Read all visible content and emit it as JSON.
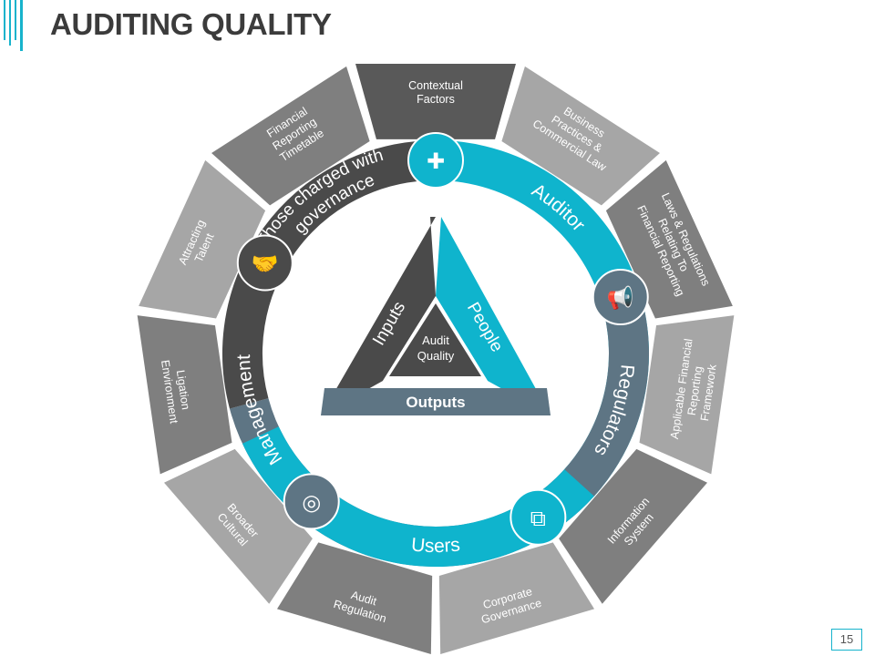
{
  "title": "AUDITING QUALITY",
  "page_number": "15",
  "colors": {
    "outer_dark": "#595959",
    "outer_mid": "#7f7f7f",
    "outer_light": "#a6a6a6",
    "cyan": "#0fb4cd",
    "slate": "#5e7584",
    "charcoal": "#4a4a4a",
    "accent_border": "#17b3cc"
  },
  "outer_segments": [
    {
      "label": [
        "Contextual",
        "Factors"
      ],
      "shade": "outer_dark"
    },
    {
      "label": [
        "Business",
        "Practices &",
        "Commercial Law"
      ],
      "shade": "outer_light"
    },
    {
      "label": [
        "Laws & Regulations",
        "Relating To",
        "Financial Reporting"
      ],
      "shade": "outer_mid"
    },
    {
      "label": [
        "Applicable Financial",
        "Reporting",
        "Framework"
      ],
      "shade": "outer_light"
    },
    {
      "label": [
        "Information",
        "System"
      ],
      "shade": "outer_mid"
    },
    {
      "label": [
        "Corporate",
        "Governance"
      ],
      "shade": "outer_light"
    },
    {
      "label": [
        "Audit",
        "Regulation"
      ],
      "shade": "outer_mid"
    },
    {
      "label": [
        "Broader",
        "Cultural"
      ],
      "shade": "outer_light"
    },
    {
      "label": [
        "Ligation",
        "Environment"
      ],
      "shade": "outer_mid"
    },
    {
      "label": [
        "Attracting",
        "Talent"
      ],
      "shade": "outer_light"
    },
    {
      "label": [
        "Financial",
        "Reporting",
        "Timetable"
      ],
      "shade": "outer_mid"
    }
  ],
  "inner_ring": {
    "auditor": "Auditor",
    "regulators": "Regulators",
    "users": "Users",
    "management": "Management",
    "governance_line1": "Those charged with",
    "governance_line2": "governance"
  },
  "icons": [
    {
      "name": "puzzle-piece-icon",
      "glyph": "✚"
    },
    {
      "name": "megaphone-icon",
      "glyph": "📢"
    },
    {
      "name": "puzzle-pieces-icon",
      "glyph": "⧉"
    },
    {
      "name": "target-icon",
      "glyph": "◎"
    },
    {
      "name": "handshake-icon",
      "glyph": "🤝"
    }
  ],
  "triangle": {
    "inputs": "Inputs",
    "people": "People",
    "outputs": "Outputs",
    "center_line1": "Audit",
    "center_line2": "Quality"
  }
}
